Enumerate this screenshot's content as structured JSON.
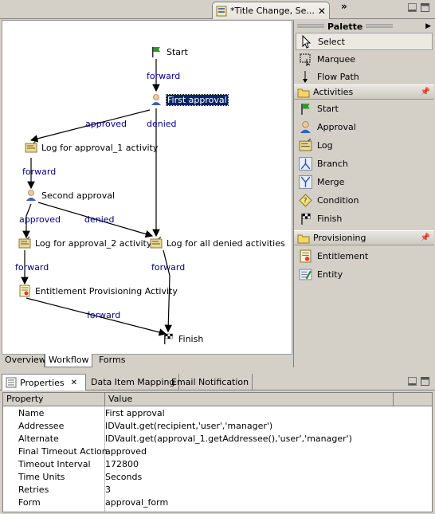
{
  "editor": {
    "tab_title": "*Title Change, Se...",
    "overflow_label": "»"
  },
  "canvas": {
    "nodes": [
      {
        "id": "start",
        "label": "Start",
        "icon": "start-flag-icon"
      },
      {
        "id": "first_approval",
        "label": "First approval",
        "icon": "approval-icon",
        "selected": true
      },
      {
        "id": "log_a1",
        "label": "Log for approval_1 activity",
        "icon": "log-icon"
      },
      {
        "id": "second_approval",
        "label": "Second approval",
        "icon": "approval-icon"
      },
      {
        "id": "log_a2",
        "label": "Log for approval_2 activity",
        "icon": "log-icon"
      },
      {
        "id": "log_denied",
        "label": "Log for all denied activities",
        "icon": "log-icon"
      },
      {
        "id": "entitlement",
        "label": "Entitlement Provisioning Activity",
        "icon": "entitlement-icon"
      },
      {
        "id": "finish",
        "label": "Finish",
        "icon": "finish-flag-icon"
      }
    ],
    "edge_labels": {
      "start_first": "forward",
      "first_log1": "approved",
      "first_denied": "denied",
      "log1_second": "forward",
      "second_log2": "approved",
      "second_denied": "denied",
      "log2_ent": "forward",
      "denied_finish": "forward",
      "ent_finish": "forward"
    }
  },
  "editor_tabs": [
    "Overview",
    "Workflow",
    "Forms"
  ],
  "palette": {
    "title": "Palette",
    "tools": [
      {
        "label": "Select",
        "icon": "select-arrow-icon",
        "selected": true
      },
      {
        "label": "Marquee",
        "icon": "marquee-icon"
      },
      {
        "label": "Flow Path",
        "icon": "flow-path-icon"
      }
    ],
    "drawers": [
      {
        "label": "Activities",
        "icon": "folder-open-icon",
        "items": [
          {
            "label": "Start",
            "icon": "start-flag-icon"
          },
          {
            "label": "Approval",
            "icon": "approval-icon"
          },
          {
            "label": "Log",
            "icon": "log-icon"
          },
          {
            "label": "Branch",
            "icon": "branch-icon"
          },
          {
            "label": "Merge",
            "icon": "merge-icon"
          },
          {
            "label": "Condition",
            "icon": "condition-icon"
          },
          {
            "label": "Finish",
            "icon": "finish-flag-icon"
          }
        ]
      },
      {
        "label": "Provisioning",
        "icon": "folder-open-icon",
        "items": [
          {
            "label": "Entitlement",
            "icon": "entitlement-icon"
          },
          {
            "label": "Entity",
            "icon": "entity-icon"
          }
        ]
      }
    ]
  },
  "properties": {
    "tabs": [
      "Properties",
      "Data Item Mapping",
      "Email Notification"
    ],
    "columns": [
      "Property",
      "Value"
    ],
    "rows": [
      {
        "name": "Name",
        "value": "First approval"
      },
      {
        "name": "Addressee",
        "value": "IDVault.get(recipient,'user','manager')"
      },
      {
        "name": "Alternate",
        "value": "IDVault.get(approval_1.getAddressee(),'user','manager')"
      },
      {
        "name": "Final Timeout Action",
        "value": "approved"
      },
      {
        "name": "Timeout Interval",
        "value": "172800"
      },
      {
        "name": "Time Units",
        "value": "Seconds"
      },
      {
        "name": "Retries",
        "value": "3"
      },
      {
        "name": "Form",
        "value": "approval_form"
      }
    ]
  },
  "colors": {
    "edge_label": "#000080",
    "selection": "#0a246a",
    "chrome": "#d4d0c8"
  }
}
